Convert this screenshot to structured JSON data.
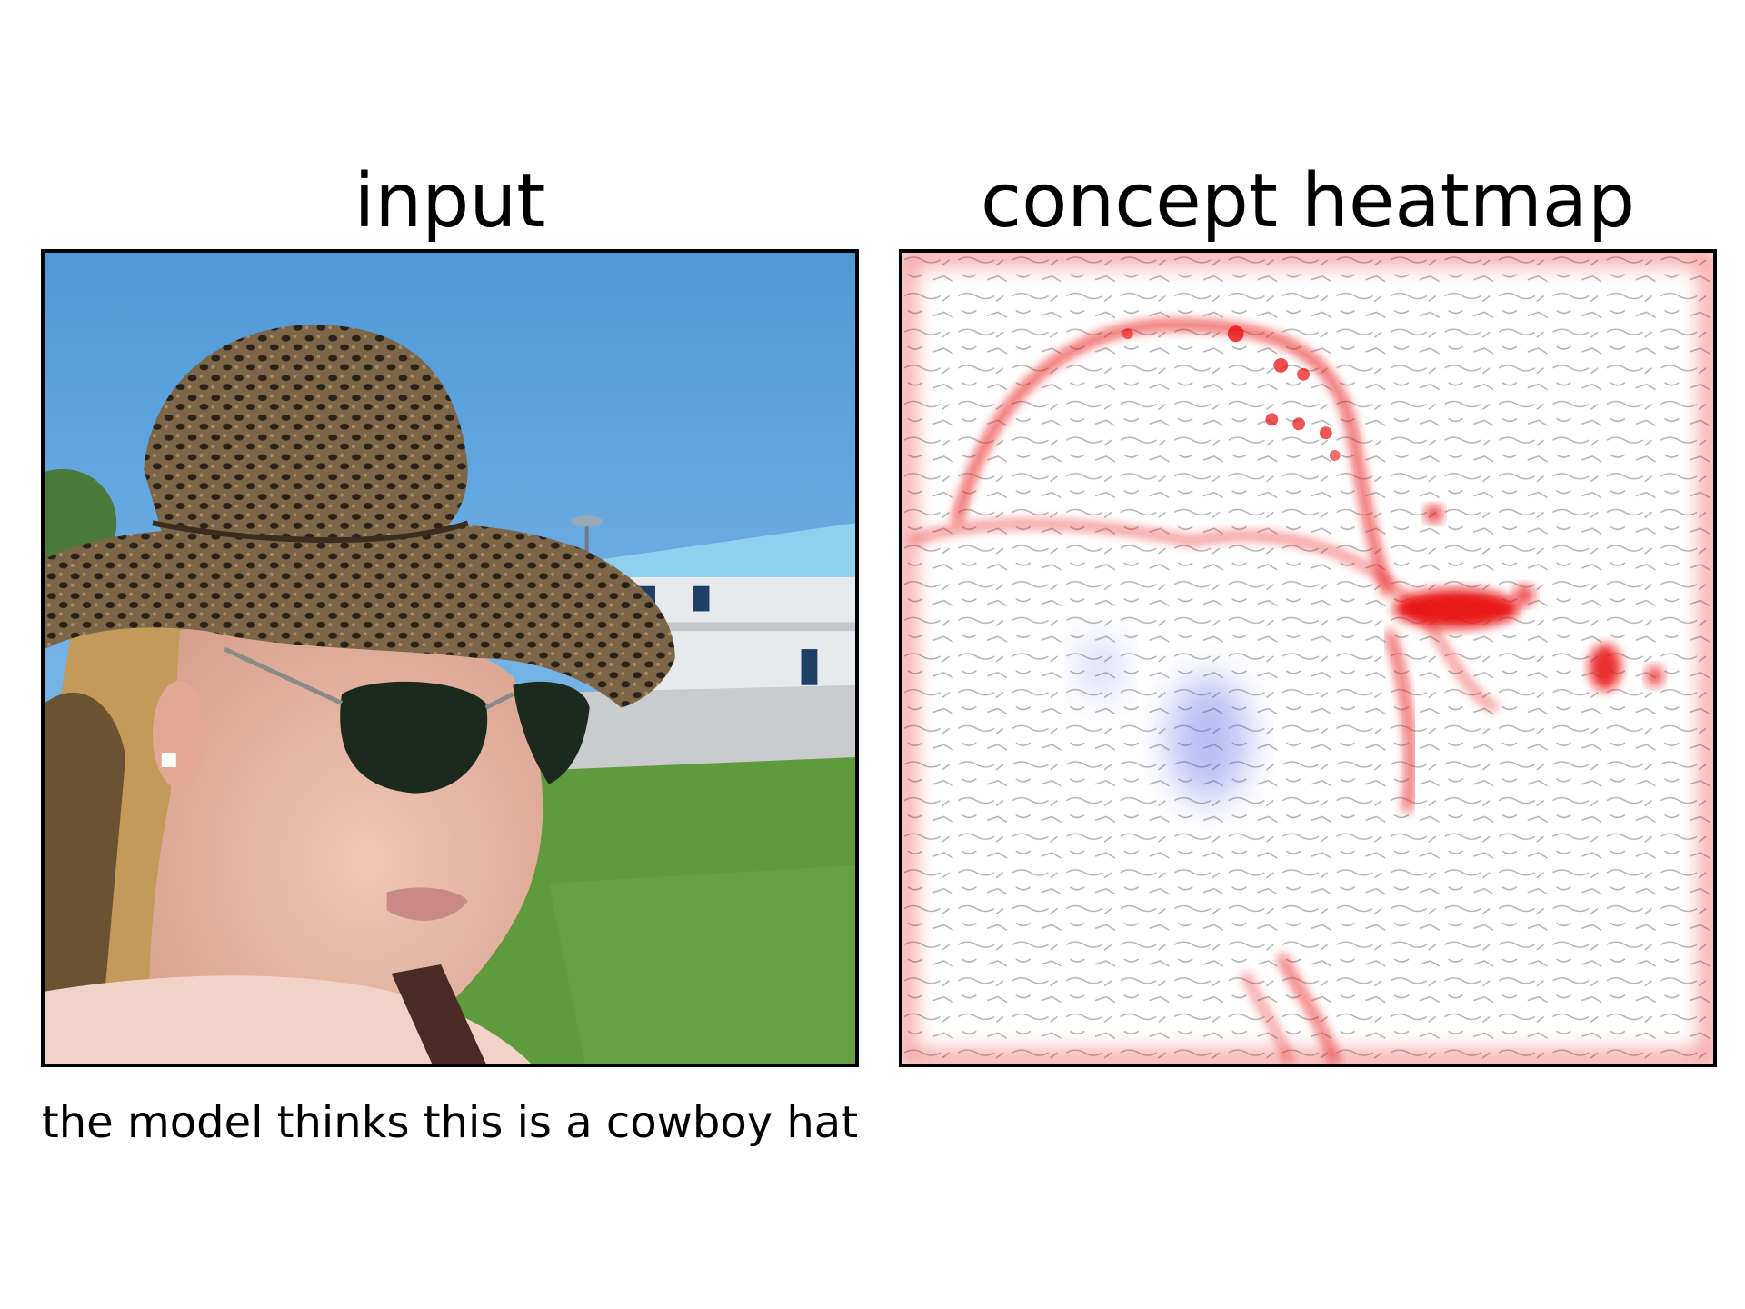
{
  "panels": {
    "left": {
      "title": "input"
    },
    "right": {
      "title": "concept heatmap"
    }
  },
  "caption": "the model thinks this is a cowboy hat",
  "colors": {
    "heat_positive": "#e8100f",
    "heat_negative": "#3a46e0",
    "edges": "#9a9a9a",
    "sky": "#5aa6e0",
    "grass": "#5f9a3c",
    "hat": "#7a6446",
    "skin": "#e9b6a4",
    "hair": "#c49a5a"
  }
}
